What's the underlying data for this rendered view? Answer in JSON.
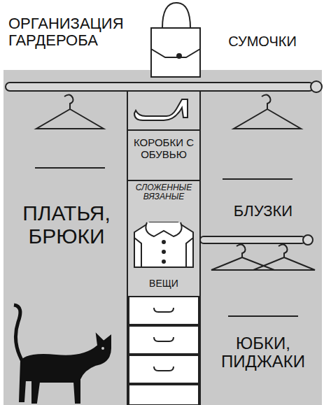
{
  "diagram": {
    "title": "ОРГАНИЗАЦИЯ ГАРДЕРОБА",
    "labels": [
      "СУМОЧКИ",
      "КОРОБКИ С ОБУВЬЮ",
      "СЛОЖЕННЫЕ ВЯЗАНЫЕ",
      "ВЕЩИ",
      "ПЛАТЬЯ, БРЮКИ",
      "БЛУЗКИ",
      "ЮБКИ, ПИДЖАКИ"
    ]
  }
}
